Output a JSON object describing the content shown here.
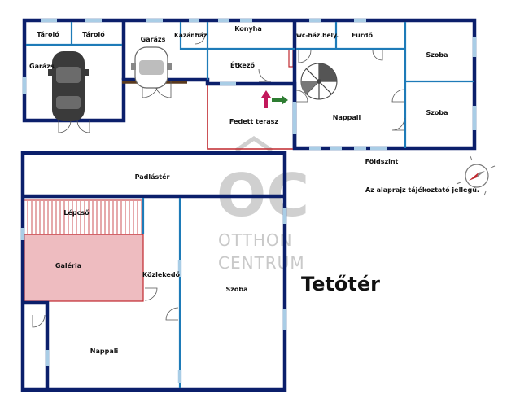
{
  "ground_floor": {
    "name": "Földszint",
    "rooms": {
      "storage_1": "Tároló",
      "storage_2": "Tároló",
      "garage_1": "Garázs",
      "garage_2": "Garázs",
      "boiler_room": "Kazánház",
      "kitchen": "Konyha",
      "wc": "wc-ház.hely.",
      "bathroom": "Fürdő",
      "bedroom_1": "Szoba",
      "bedroom_2": "Szoba",
      "dining": "Étkező",
      "terrace": "Fedett terasz",
      "living": "Nappali"
    }
  },
  "attic": {
    "name": "Tetőtér",
    "rooms": {
      "loft": "Padlástér",
      "stairs": "Lépcső",
      "gallery": "Galéria",
      "corridor": "Közlekedő",
      "bedroom": "Szoba",
      "living": "Nappali"
    }
  },
  "note": "Az alaprajz tájékoztató jellegű.",
  "watermark": {
    "logo": "OC",
    "line1": "OTTHON",
    "line2": "CENTRUM"
  },
  "colors": {
    "wall": "#0b1f6b",
    "partition": "#1e7bb8",
    "window": "#a9cde6",
    "terrace_outline": "#c0282e",
    "gallery_fill": "#eebcc0",
    "stairs_hatch": "#c0282e"
  }
}
